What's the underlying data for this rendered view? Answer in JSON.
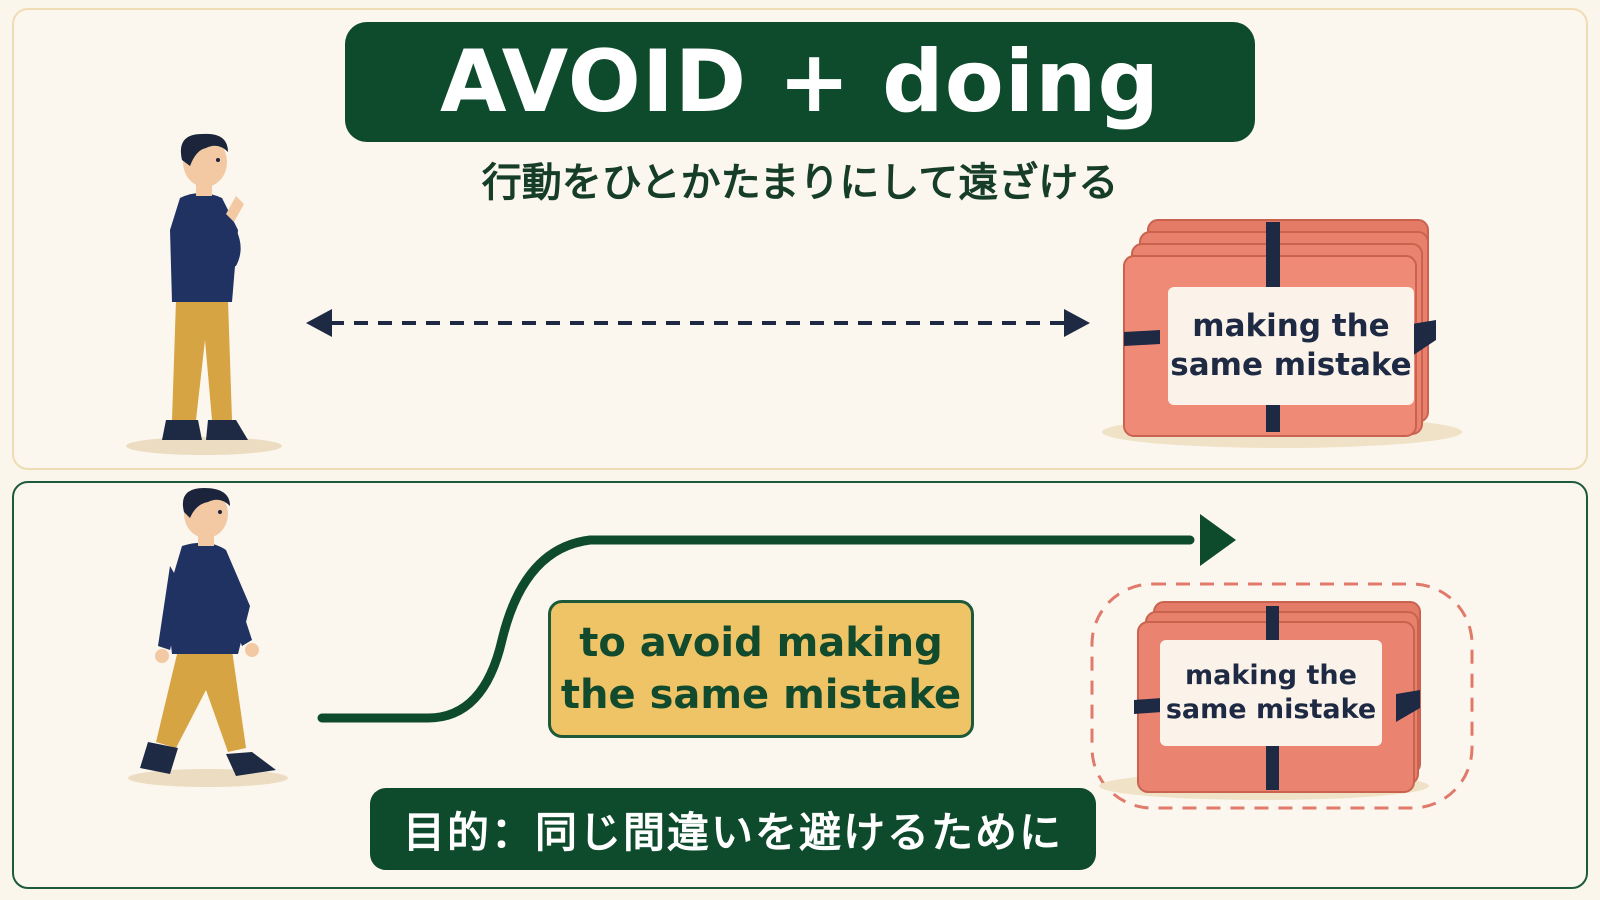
{
  "title": "AVOID + doing",
  "subtitle": "行動をひとかたまりにして遠ざける",
  "top_package": {
    "label_line1": "making the",
    "label_line2": "same mistake"
  },
  "bottom_package": {
    "label_line1": "making the",
    "label_line2": "same mistake"
  },
  "goal": {
    "line1": "to avoid making",
    "line2": "the same mistake"
  },
  "purpose": "目的：同じ間違いを避けるために",
  "colors": {
    "dark_green": "#0e4a2c",
    "mustard": "#efc466",
    "package_coral": "#ea8470",
    "strap_navy": "#1e2a44"
  }
}
